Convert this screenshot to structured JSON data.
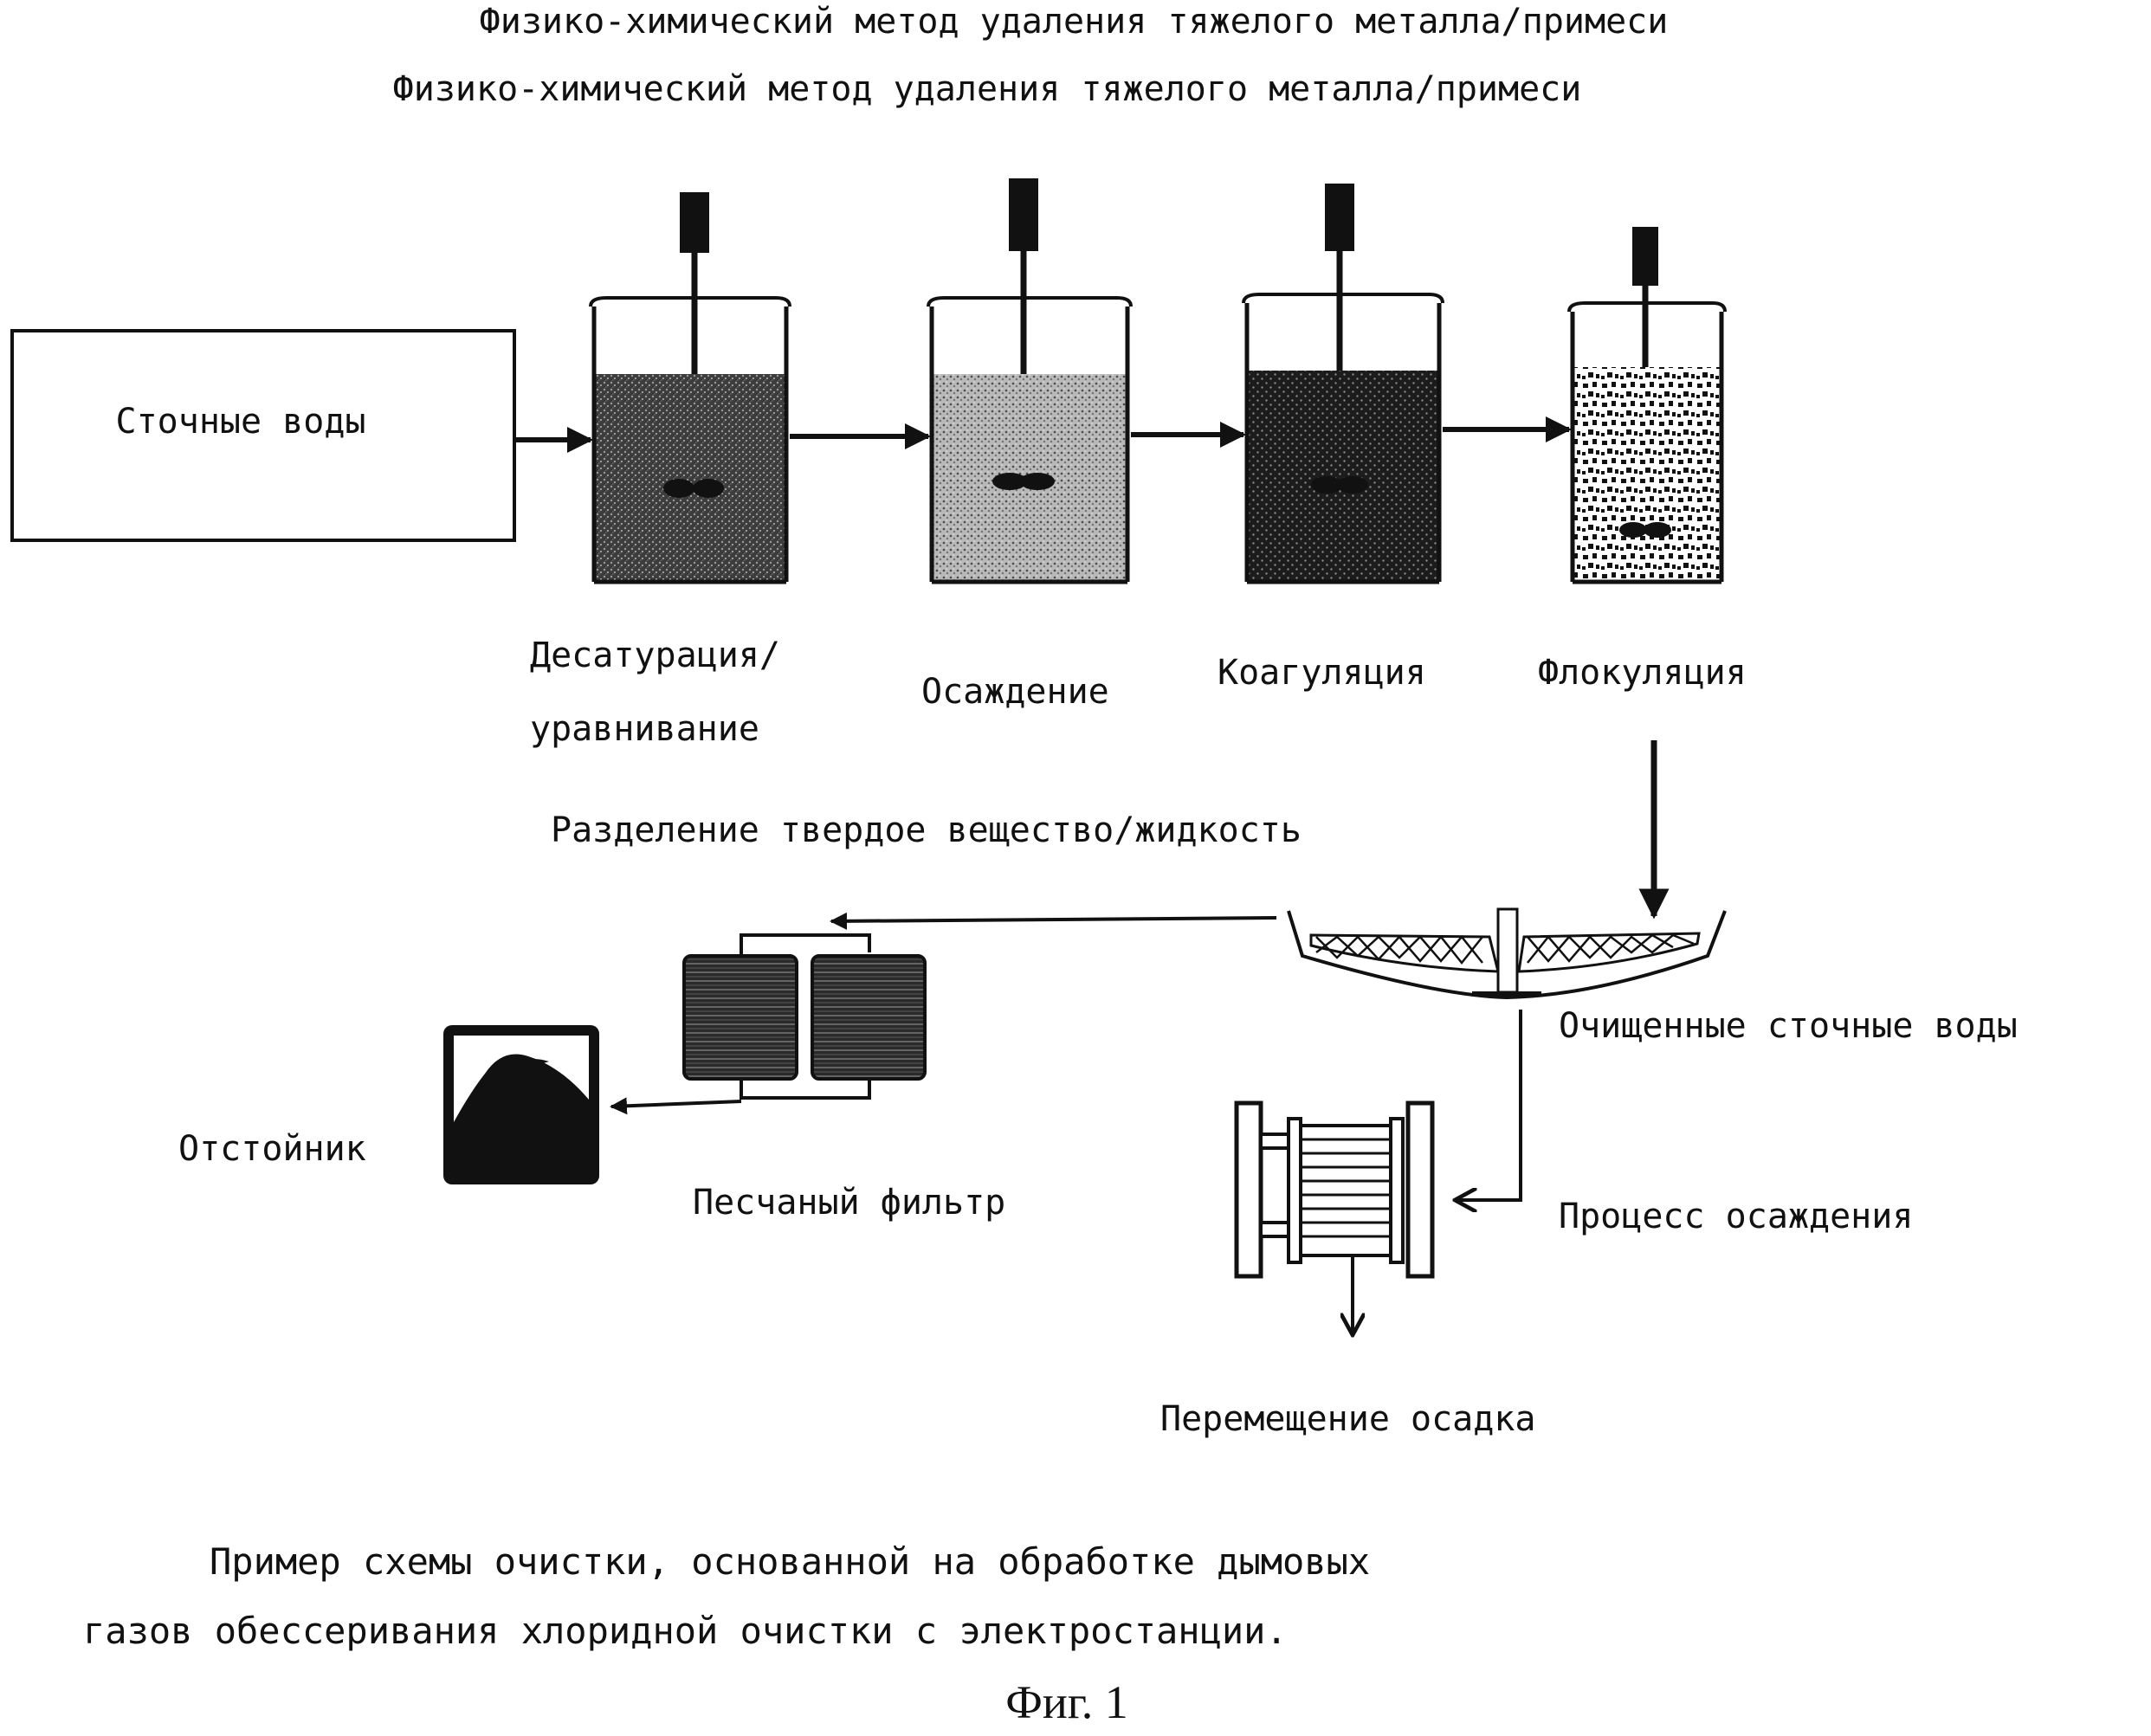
{
  "title_line_1": "Физико-химический метод удаления тяжелого металла/примеси",
  "title_line_2": "Физико-химический метод удаления тяжелого металла/примеси",
  "nodes": {
    "wastewater": "Сточные воды",
    "desaturation_line_1": "Десатурация/",
    "desaturation_line_2": "уравнивание",
    "precipitation": "Осаждение",
    "coagulation": "Коагуляция",
    "flocculation": "Флокуляция",
    "separation": "Разделение твердое вещество/жидкость",
    "treated_water": "Очищенные сточные воды",
    "settling_tank": "Отстойник",
    "sand_filter": "Песчаный фильтр",
    "sediment_process": "Процесс осаждения",
    "sludge_transfer": "Перемещение осадка"
  },
  "caption_line_1": "Пример схемы очистки, основанной на обработке дымовых",
  "caption_line_2": "газов обессеривания хлоридной очистки с электростанции.",
  "figure_label": "Фиг. 1"
}
